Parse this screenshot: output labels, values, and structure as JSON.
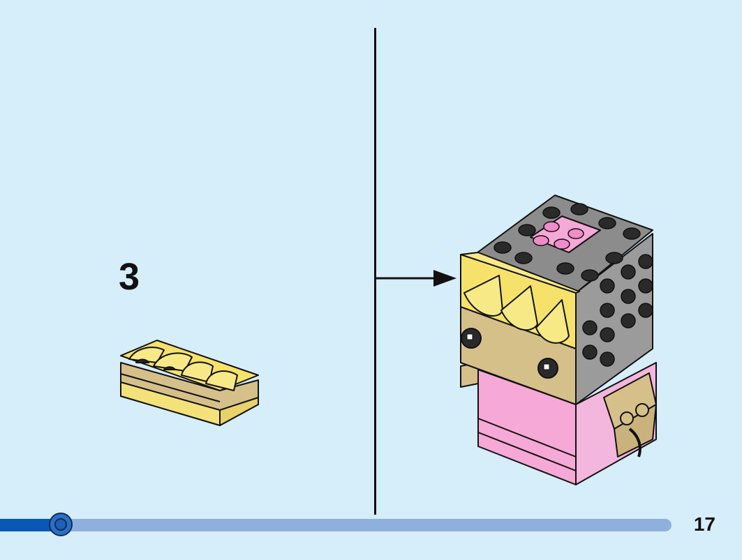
{
  "step": {
    "number": "3"
  },
  "page": {
    "number": "17"
  },
  "progress": {
    "fraction": 0.09
  },
  "colors": {
    "background": "#d6edfa",
    "progress_fill": "#0a58b5",
    "progress_track": "#8fb0dc",
    "brick_yellow": "#f6e26a",
    "brick_tan": "#d6c08a",
    "brick_gray": "#9b9b9b",
    "brick_black": "#2a2a2a",
    "brick_pink": "#f6a8d6"
  },
  "icons": {
    "piece": "hair-piece-illustration",
    "model": "brickheadz-model-illustration",
    "arrow": "callout-arrow-icon"
  }
}
